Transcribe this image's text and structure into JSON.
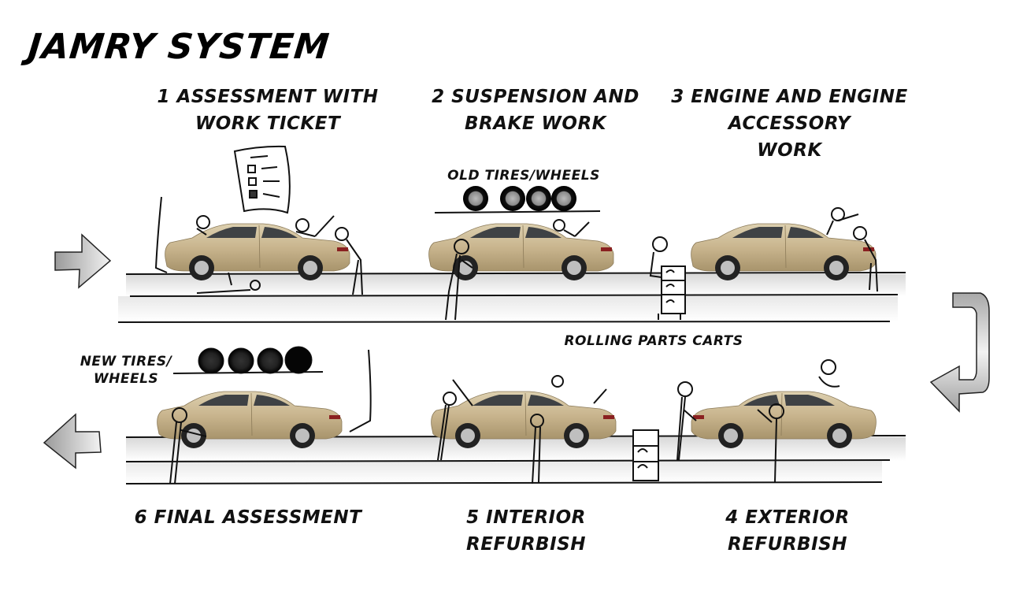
{
  "title": "JAMRY SYSTEM",
  "steps": [
    {
      "number": "1",
      "line1": "1 ASSESSMENT WITH",
      "line2": "WORK TICKET",
      "line3": ""
    },
    {
      "number": "2",
      "line1": "2 SUSPENSION AND",
      "line2": "BRAKE WORK",
      "line3": ""
    },
    {
      "number": "3",
      "line1": "3 ENGINE AND ENGINE",
      "line2": "ACCESSORY",
      "line3": "WORK"
    },
    {
      "number": "4",
      "line1": "4 EXTERIOR",
      "line2": "REFURBISH",
      "line3": ""
    },
    {
      "number": "5",
      "line1": "5 INTERIOR",
      "line2": "REFURBISH",
      "line3": ""
    },
    {
      "number": "6",
      "line1": "6 FINAL ASSESSMENT",
      "line2": "",
      "line3": ""
    }
  ],
  "annotations": {
    "old_tires": "OLD TIRES/WHEELS",
    "new_tires_line1": "NEW TIRES/",
    "new_tires_line2": "WHEELS",
    "rolling_carts": "ROLLING PARTS CARTS"
  },
  "colors": {
    "car_body": "#c9b58e",
    "arrow_fill": "#bdbdbd",
    "ink": "#111111"
  }
}
